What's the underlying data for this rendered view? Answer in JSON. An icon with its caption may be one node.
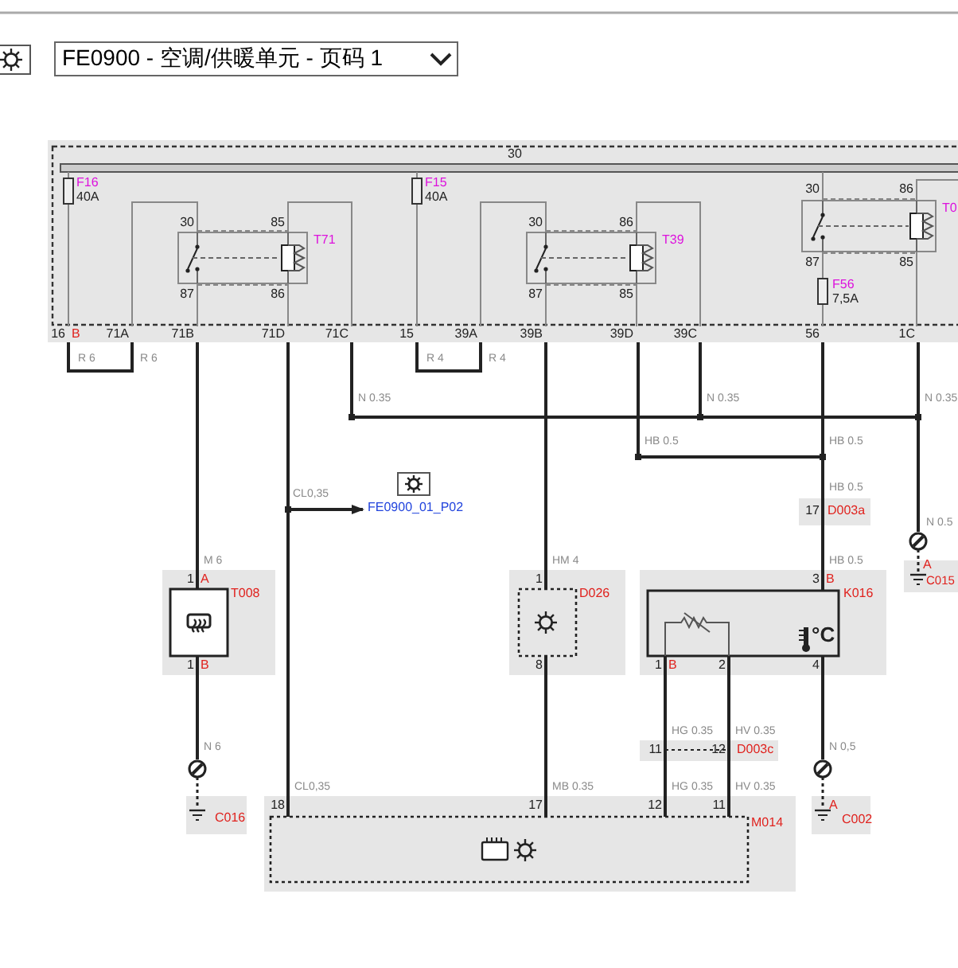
{
  "diagram": {
    "title": "FE0900 - 空调/供暖单元 - 页码 1",
    "nodes": [
      {
        "text": [],
        "shape": "box"
      },
      {
        "text": [
          "F16",
          "40A"
        ],
        "in": 0
      },
      {
        "text": [
          "T71"
        ],
        "in": 0,
        "beside": [
          "30",
          "85",
          "87",
          "86"
        ]
      },
      {
        "text": [
          "F15",
          "40A"
        ],
        "in": 0
      },
      {
        "text": [
          "T39"
        ],
        "in": 0,
        "beside": [
          "30",
          "86",
          "87",
          "85"
        ]
      },
      {
        "text": [
          "T0"
        ],
        "in": 0,
        "beside": [
          "30",
          "86",
          "87",
          "85"
        ]
      },
      {
        "text": [
          "F56",
          "7,5A"
        ],
        "in": 0
      },
      {
        "text": [
          "FE0900_01_P02"
        ]
      },
      {
        "text": [
          "T008"
        ]
      },
      {
        "text": [
          "D026"
        ]
      },
      {
        "text": [
          "D003a"
        ]
      },
      {
        "text": [
          "K016"
        ]
      },
      {
        "text": [
          "C015"
        ]
      },
      {
        "text": [
          "D003c"
        ]
      },
      {
        "text": [
          "C016"
        ]
      },
      {
        "text": [
          "C002"
        ]
      },
      {
        "text": [
          "M014"
        ]
      }
    ],
    "edges": [
      {
        "from": 0,
        "to": 8,
        "arrow": "none",
        "label": "M 6"
      },
      {
        "from": 0,
        "to": 16,
        "arrow": "none",
        "label": "CL0,35"
      },
      {
        "from": 0,
        "to": 7,
        "arrow": "to",
        "label": "CL0,35"
      },
      {
        "from": 0,
        "to": 12,
        "arrow": "none",
        "label": "N 0.35"
      },
      {
        "from": 0,
        "to": 12,
        "arrow": "none",
        "label": "N 0.35"
      },
      {
        "from": 0,
        "to": 12,
        "arrow": "none",
        "label": "N 0.35"
      },
      {
        "from": 0,
        "to": 9,
        "arrow": "none",
        "label": "HM 4"
      },
      {
        "from": 0,
        "to": 10,
        "arrow": "none",
        "label": "HB 0.5"
      },
      {
        "from": 0,
        "to": 10,
        "arrow": "none",
        "label": "HB 0.5"
      },
      {
        "from": 10,
        "to": 11,
        "arrow": "none",
        "label": "HB 0.5"
      },
      {
        "from": 8,
        "to": 14,
        "arrow": "none",
        "label": "N 6"
      },
      {
        "from": 9,
        "to": 16,
        "arrow": "none",
        "label": "MB 0.35"
      },
      {
        "from": 11,
        "to": 13,
        "arrow": "none",
        "label": "HG 0.35"
      },
      {
        "from": 11,
        "to": 13,
        "arrow": "none",
        "label": "HV 0.35"
      },
      {
        "from": 13,
        "to": 16,
        "arrow": "none",
        "label": "HG 0.35"
      },
      {
        "from": 13,
        "to": 16,
        "arrow": "none",
        "label": "HV 0.35"
      },
      {
        "from": 11,
        "to": 15,
        "arrow": "none",
        "label": "N 0,5"
      }
    ],
    "labels": [
      "30",
      "16",
      "B",
      "71A",
      "71B",
      "71D",
      "71C",
      "15",
      "39A",
      "39B",
      "39D",
      "39C",
      "56",
      "1C",
      "R 6",
      "R 6",
      "R 4",
      "R 4",
      "HB 0.5",
      "17",
      "N 0.5",
      "A",
      "1",
      "A",
      "1",
      "3",
      "B",
      "°C",
      "1",
      "B",
      "8",
      "1",
      "B",
      "2",
      "4",
      "11",
      "12",
      "18",
      "17",
      "12",
      "11",
      "A"
    ]
  }
}
